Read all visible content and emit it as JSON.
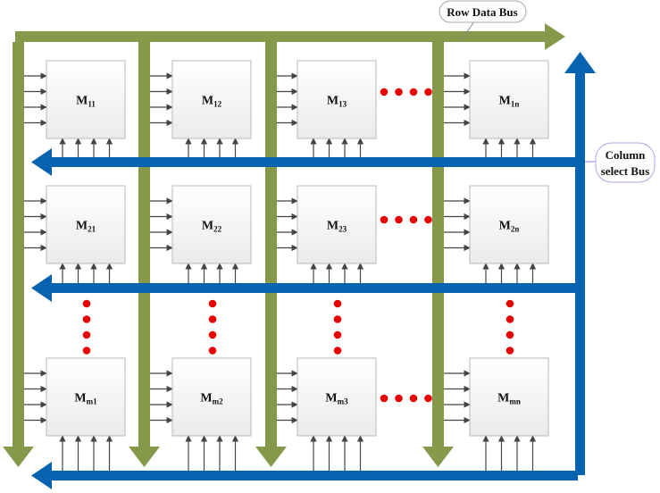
{
  "diagram": {
    "title": "Memory array with row data bus and column select bus",
    "colors": {
      "row_bus": "#86994a",
      "column_bus": "#0563b0",
      "dots": "#e60000",
      "module_fill_top": "#ffffff",
      "module_fill_bottom": "#ececec",
      "module_border": "#b8b8b8",
      "arrow": "#444444"
    },
    "callouts": {
      "row_bus": "Row Data Bus",
      "column_bus_line1": "Column",
      "column_bus_line2": "select Bus"
    },
    "modules": [
      [
        {
          "main": "M",
          "sub": "11"
        },
        {
          "main": "M",
          "sub": "12"
        },
        {
          "main": "M",
          "sub": "13"
        },
        {
          "main": "M",
          "sub": "1n"
        }
      ],
      [
        {
          "main": "M",
          "sub": "21"
        },
        {
          "main": "M",
          "sub": "22"
        },
        {
          "main": "M",
          "sub": "23"
        },
        {
          "main": "M",
          "sub": "2n"
        }
      ],
      [
        {
          "main": "M",
          "sub": "m1"
        },
        {
          "main": "M",
          "sub": "m2"
        },
        {
          "main": "M",
          "sub": "m3"
        },
        {
          "main": "M",
          "sub": "mn"
        }
      ]
    ],
    "input_arrows_per_side": 4,
    "ellipsis_dots": 4
  }
}
